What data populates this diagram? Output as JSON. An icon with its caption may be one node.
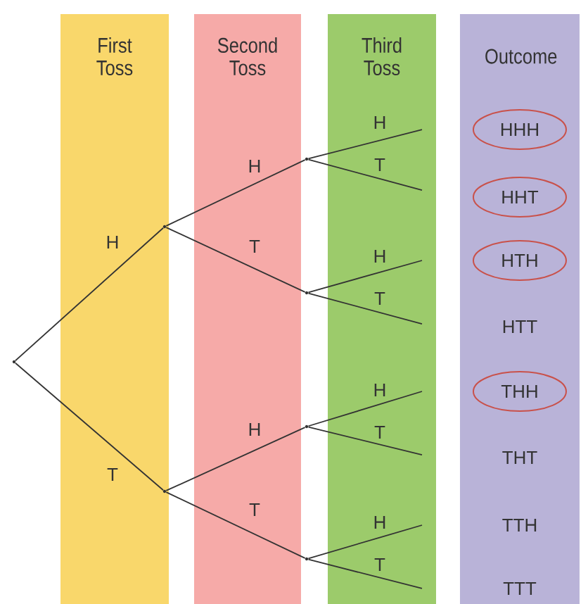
{
  "diagram": {
    "nodes": [
      {
        "text": [
          "HHH"
        ]
      },
      {
        "text": [
          "HHT"
        ]
      },
      {
        "text": [
          "HTH"
        ]
      },
      {
        "text": [
          "THH"
        ]
      },
      {
        "text": [],
        "shape": "point"
      },
      {
        "text": [],
        "shape": "point"
      },
      {
        "text": [],
        "shape": "point"
      },
      {
        "text": [],
        "shape": "point"
      },
      {
        "text": [],
        "shape": "point"
      },
      {
        "text": [],
        "shape": "point"
      },
      {
        "text": [],
        "shape": "point"
      }
    ],
    "edges": [
      {
        "from": 4,
        "to": 5,
        "arrow": "none",
        "label": "H"
      },
      {
        "from": 4,
        "to": 6,
        "arrow": "none",
        "label": "T"
      },
      {
        "from": 5,
        "to": 7,
        "arrow": "none",
        "label": "H"
      },
      {
        "from": 5,
        "to": 8,
        "arrow": "none",
        "label": "T"
      },
      {
        "from": 6,
        "to": 9,
        "arrow": "none",
        "label": "H"
      },
      {
        "from": 6,
        "to": 10,
        "arrow": "none",
        "label": "T"
      },
      {
        "from": 7,
        "to": null,
        "arrow": "none",
        "label": "H"
      },
      {
        "from": 7,
        "to": null,
        "arrow": "none",
        "label": "T"
      },
      {
        "from": 8,
        "to": null,
        "arrow": "none",
        "label": "H"
      },
      {
        "from": 8,
        "to": null,
        "arrow": "none",
        "label": "T"
      },
      {
        "from": 9,
        "to": null,
        "arrow": "none",
        "label": "H"
      },
      {
        "from": 9,
        "to": null,
        "arrow": "none",
        "label": "T"
      },
      {
        "from": 10,
        "to": null,
        "arrow": "none",
        "label": "H"
      },
      {
        "from": 10,
        "to": null,
        "arrow": "none",
        "label": "T"
      }
    ],
    "labels": [
      "First Toss",
      "Second Toss",
      "Third Toss",
      "Outcome",
      "HTT",
      "THT",
      "TTH",
      "TTT"
    ]
  }
}
